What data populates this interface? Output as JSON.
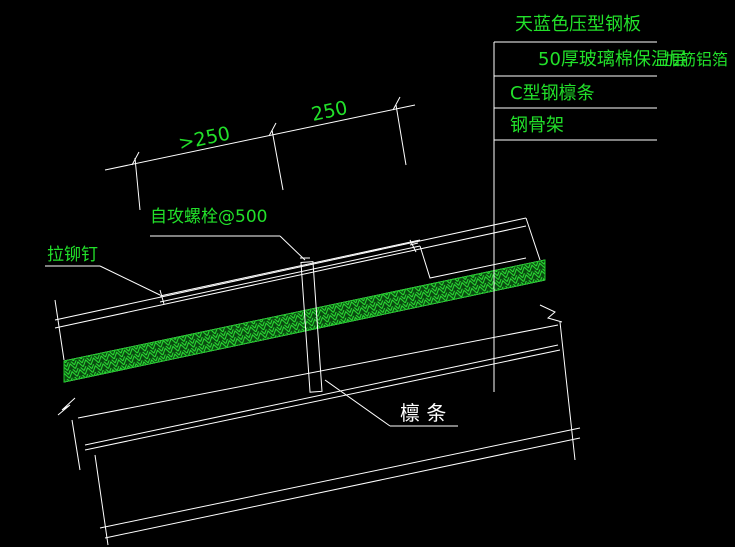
{
  "colors": {
    "background": "#000000",
    "line": "#ffffff",
    "text": "#22e02a",
    "insulation": "#1fc82a"
  },
  "callouts": {
    "layer_1": "天蓝色压型钢板",
    "layer_2": "50厚玻璃棉保温层",
    "layer_2_note": "加筋铝箔",
    "layer_3": "C型钢檩条",
    "layer_4": "钢骨架"
  },
  "annotations": {
    "self_tapping_bolt": "自攻螺栓@500",
    "rivet": "拉铆钉",
    "purlin": "檩 条"
  },
  "dimensions": {
    "left": ">250",
    "right": "250"
  }
}
